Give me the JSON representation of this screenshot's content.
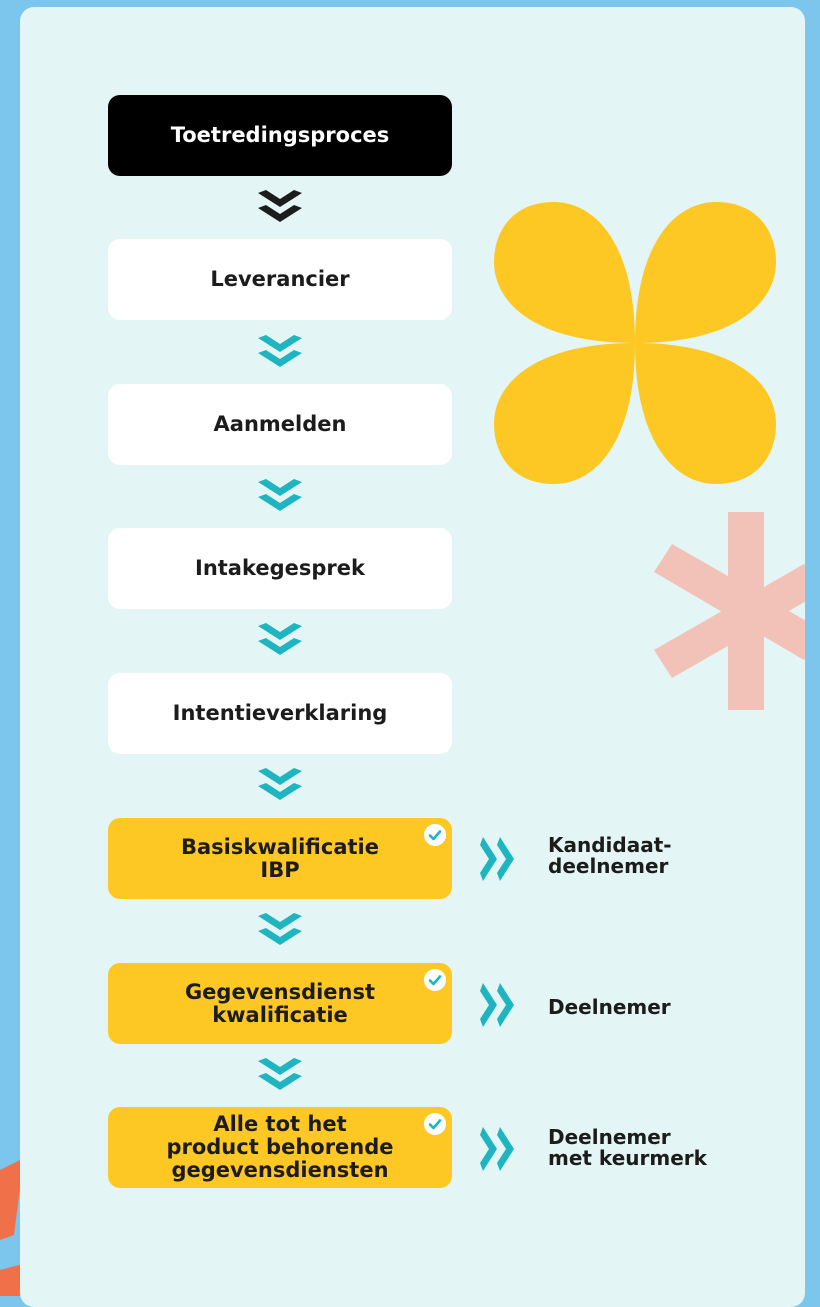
{
  "title": "Toetredingsproces",
  "steps": [
    {
      "label": "Leverancier"
    },
    {
      "label": "Aanmelden"
    },
    {
      "label": "Intakegesprek"
    },
    {
      "label": "Intentieverklaring"
    }
  ],
  "qualifications": [
    {
      "label": "Basiskwalificatie\nIBP",
      "result": "Kandidaat-\ndeelnemer",
      "checked": true
    },
    {
      "label": "Gegevensdienst\nkwalificatie",
      "result": "Deelnemer",
      "checked": true
    },
    {
      "label": "Alle tot het\nproduct behorende\ngegevensdiensten",
      "result": "Deelnemer\nmet keurmerk",
      "checked": true
    }
  ],
  "colors": {
    "background": "#7cc6ee",
    "panel": "#e4f5f6",
    "title_box": "#000000",
    "step_box": "#ffffff",
    "qualification_box": "#fec824",
    "arrow_teal": "#1fb5c0",
    "arrow_dark": "#1c1c1c",
    "flower": "#fec824",
    "asterisk": "#f2c2b8",
    "corner_shape": "#f07149"
  },
  "icons": {
    "flow_arrow": "double-chevron-down-icon",
    "result_arrow": "double-chevron-right-icon",
    "check": "check-circle-icon"
  }
}
